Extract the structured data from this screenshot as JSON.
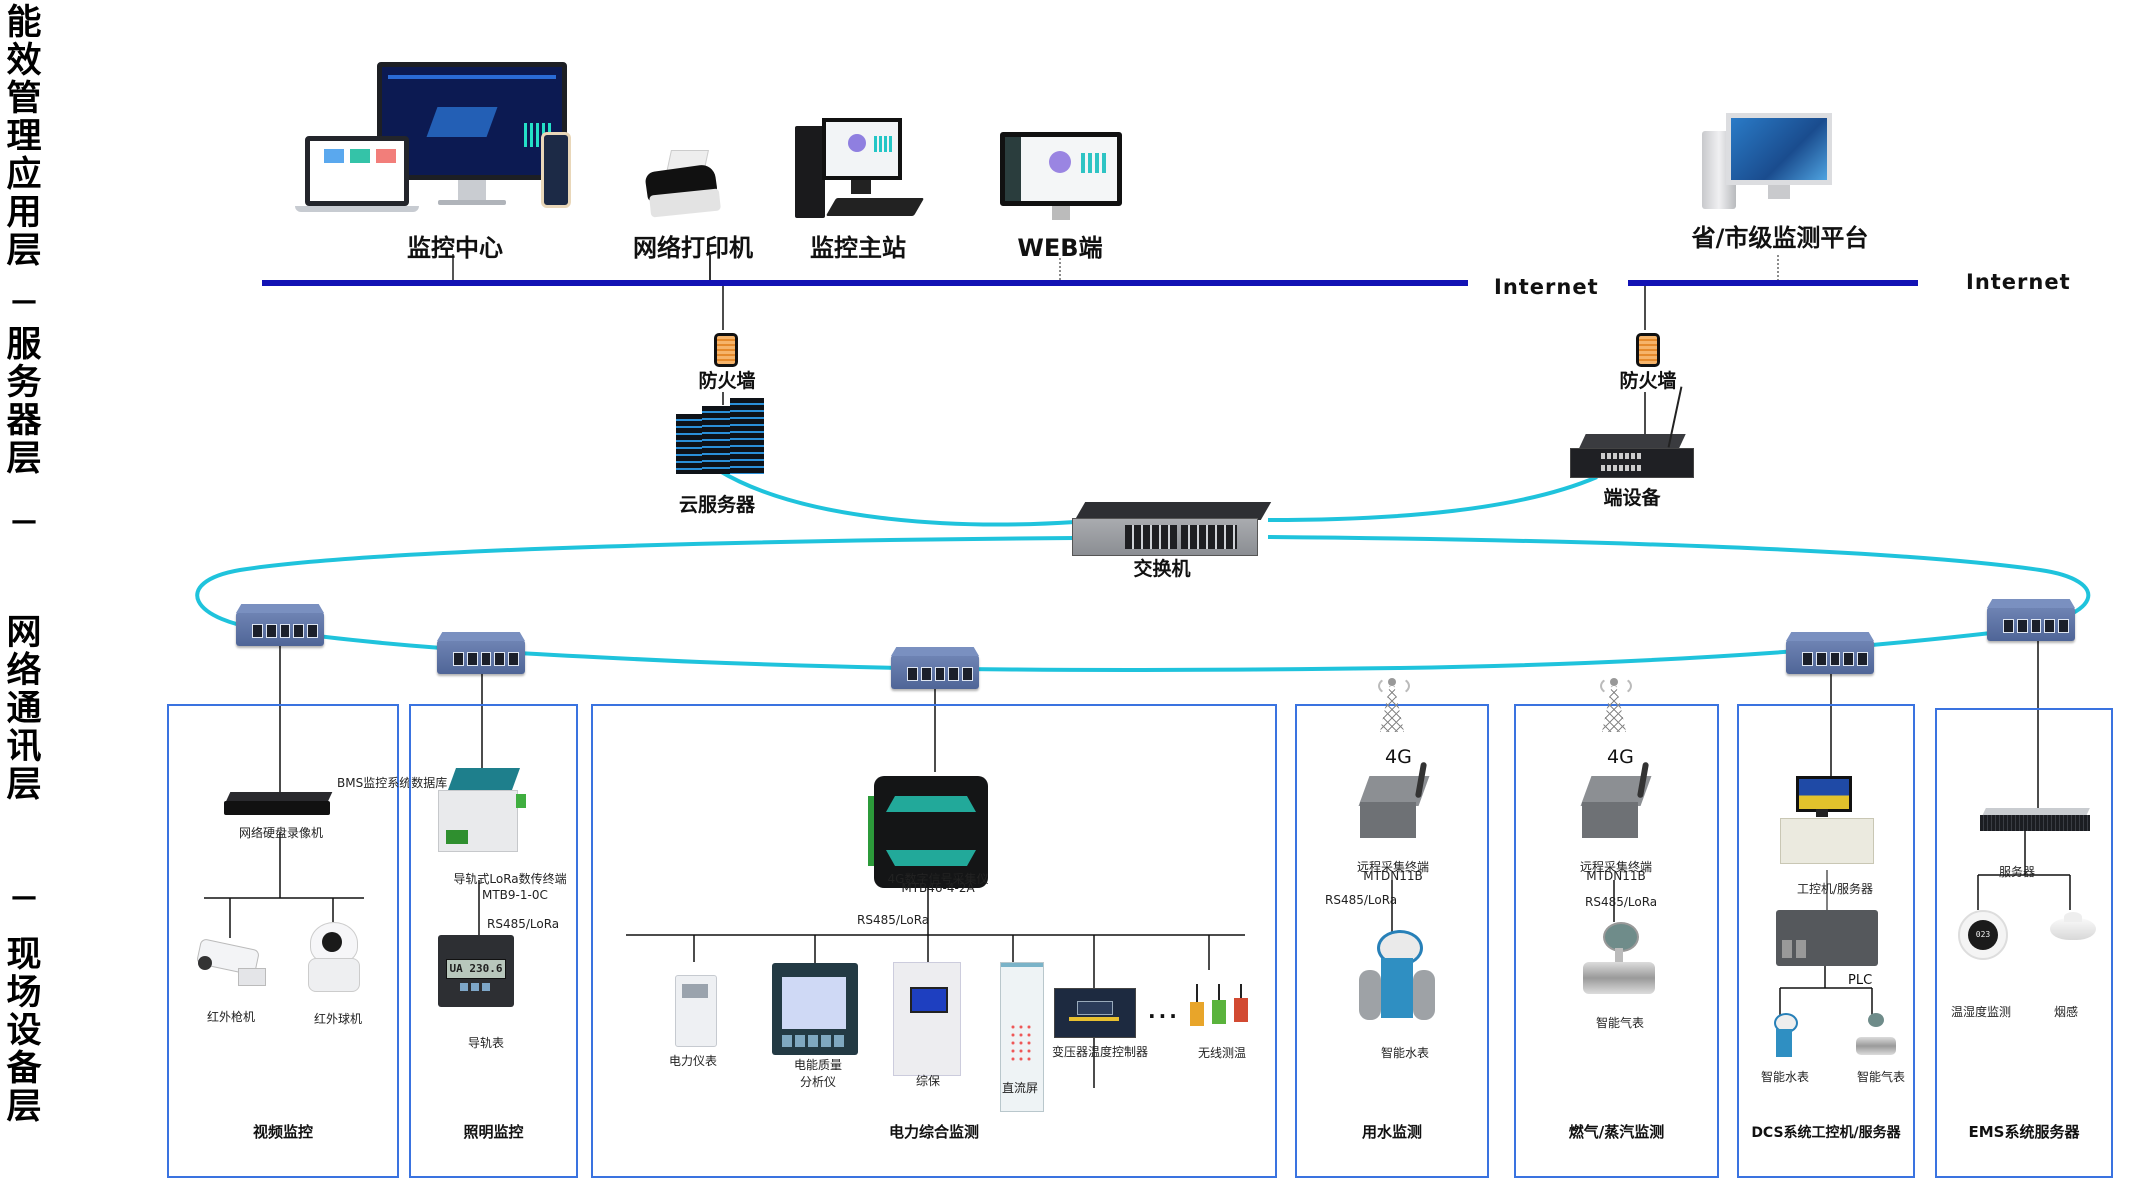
{
  "layers": [
    {
      "label": "能效管理应用层"
    },
    {
      "label": "服务器层"
    },
    {
      "label": "网络通讯层"
    },
    {
      "label": "现场设备层"
    }
  ],
  "layer_separator": "—",
  "application_layer": {
    "nodes": [
      {
        "id": "monitor-center",
        "label": "监控中心"
      },
      {
        "id": "network-printer",
        "label": "网络打印机"
      },
      {
        "id": "monitor-master-station",
        "label": "监控主站"
      },
      {
        "id": "web-client",
        "label": "WEB端"
      },
      {
        "id": "provincial-platform",
        "label": "省/市级监测平台"
      }
    ],
    "internet_labels": [
      "Internet",
      "Internet"
    ]
  },
  "server_layer": {
    "firewall_label": "防火墙",
    "cloud_server_label": "云服务器",
    "edge_device_label": "端设备",
    "core_switch_label": "交换机"
  },
  "field_groups": [
    {
      "title": "视频监控",
      "gateway": {
        "label": "BMS监控系统数据库"
      },
      "recorder": {
        "label": "网络硬盘录像机"
      },
      "devices": [
        {
          "label": "红外枪机"
        },
        {
          "label": "红外球机"
        }
      ]
    },
    {
      "title": "照明监控",
      "gateway": {
        "label": "导轨式LoRa数传终端",
        "model": "MTB9-1-0C"
      },
      "protocol": "RS485/LoRa",
      "devices": [
        {
          "label": "导轨表",
          "display": "UA 230.6"
        }
      ]
    },
    {
      "title": "电力综合监测",
      "gateway": {
        "label": "4G数字信号采集仪",
        "model": "MTB46-4-2A"
      },
      "protocol": "RS485/LoRa",
      "devices": [
        {
          "label": "电力仪表"
        },
        {
          "label": "电能质量\n分析仪"
        },
        {
          "label": "综保"
        },
        {
          "label": "直流屏"
        },
        {
          "label": "变压器温度控制器"
        },
        {
          "label": "无线测温"
        }
      ],
      "ellipsis": "···"
    },
    {
      "title": "用水监测",
      "network": "4G",
      "gateway": {
        "label": "远程采集终端",
        "model": "MTDN11B"
      },
      "protocol": "RS485/LoRa",
      "devices": [
        {
          "label": "智能水表"
        }
      ]
    },
    {
      "title": "燃气/蒸汽监测",
      "network": "4G",
      "gateway": {
        "label": "远程采集终端",
        "model": "MTDN11B"
      },
      "protocol": "RS485/LoRa",
      "devices": [
        {
          "label": "智能气表"
        }
      ]
    },
    {
      "title": "DCS系统工控机/服务器",
      "gateway": {
        "label": "工控机/服务器"
      },
      "plc_label": "PLC",
      "devices": [
        {
          "label": "智能水表"
        },
        {
          "label": "智能气表"
        }
      ]
    },
    {
      "title": "EMS系统服务器",
      "gateway": {
        "label": "服务器"
      },
      "devices": [
        {
          "label": "温湿度监测",
          "display": "023"
        },
        {
          "label": "烟感"
        }
      ]
    }
  ],
  "colors": {
    "internet_bus": "#1212b4",
    "ring": "#1fc3dc",
    "box_border": "#3a73e0",
    "firewall": "#e58a2c"
  }
}
